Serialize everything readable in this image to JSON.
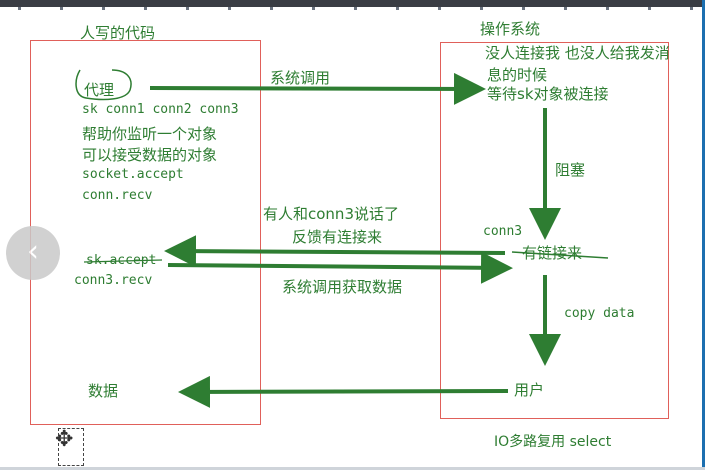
{
  "left_box": {
    "title": "人写的代码",
    "proxy": "代理",
    "lines": [
      "sk conn1 conn2 conn3",
      "帮助你监听一个对象",
      "可以接受数据的对象",
      "socket.accept",
      "conn.recv"
    ],
    "accept_struck": "sk.accept",
    "conn3_recv": "conn3.recv",
    "data_label": "数据"
  },
  "right_box": {
    "title": "操作系统",
    "line1": "没人连接我 也没人给我发消",
    "line2": "息的时候",
    "line3": "等待sk对象被连接",
    "block_label": "阻塞",
    "conn3": "conn3",
    "has_conn": "有链接来",
    "copy_data": "copy data",
    "user": "用户"
  },
  "arrows": {
    "syscall": "系统调用",
    "feedback1": "有人和conn3说话了",
    "feedback2": "反馈有连接来",
    "syscall_get": "系统调用获取数据"
  },
  "footer": "IO多路复用 select",
  "colors": {
    "ink": "#2e7d32",
    "box_border": "#e0605a",
    "arrow": "#2e7d32"
  },
  "icons": {
    "nav": "chevron-left-icon",
    "move": "move-icon"
  }
}
